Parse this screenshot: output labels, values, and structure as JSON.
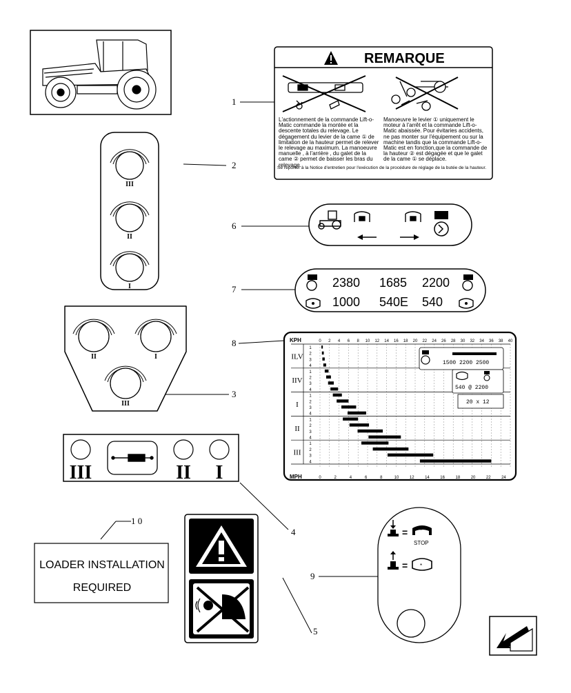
{
  "callouts": [
    "1",
    "2",
    "3",
    "4",
    "5",
    "6",
    "7",
    "8",
    "9",
    "1 0"
  ],
  "remarque": {
    "title": "REMARQUE",
    "text_left": "L'actionnement de la commande Lift-o-Matic commande la montée et la descente totales du relevage. Le dégagement du levier de la came ① de limitation de la hauteur permet de relever le relevage au maximum. La manoeuvre manuelle , à l'arrière , du galet de la came ② permet de baisser les bras du relevage.",
    "text_right": "Manoeuvre le levier ① uniquement le moteur à l'arrêt et la commande Lift-o-Matic abaissée. Pour évitaries accidents, ne pas monter sur l'équipement ou sur la machine tandis que la commande Lift-o-Matic est en fonction,que la commande de la hauteur ② est dégagée et que le galet de la came ① se déplace.",
    "text_bottom": "Se reporter à la Notice d'entretien pour l'exécution de la procédure de réglage de la butée de la hauteur."
  },
  "decal2": {
    "labels": [
      "III",
      "II",
      "I"
    ]
  },
  "decal3": {
    "labels": [
      "II",
      "I",
      "III"
    ]
  },
  "decal4": {
    "labels": [
      "III",
      "II",
      "I"
    ]
  },
  "decal7": {
    "row1": [
      "2380",
      "1685",
      "2200"
    ],
    "row2": [
      "1000",
      "540E",
      "540"
    ]
  },
  "chart8": {
    "kph_label": "KPH",
    "mph_label": "MPH",
    "kph_ticks": [
      "0",
      "2",
      "4",
      "6",
      "8",
      "10",
      "12",
      "14",
      "16",
      "18",
      "20",
      "22",
      "24",
      "26",
      "28",
      "30",
      "32",
      "34",
      "36",
      "38",
      "40"
    ],
    "mph_ticks": [
      "0",
      "2",
      "4",
      "6",
      "8",
      "10",
      "12",
      "14",
      "16",
      "18",
      "20",
      "22",
      "24"
    ],
    "gear_rows": [
      "1",
      "2",
      "3",
      "4",
      "1",
      "2",
      "3",
      "4",
      "1",
      "2",
      "3",
      "4",
      "1",
      "2",
      "3",
      "4",
      "1",
      "2",
      "3",
      "4"
    ],
    "group_labels": [
      "ILV",
      "IIV",
      "I",
      "II",
      "III"
    ],
    "rpm_values": "1500   2200 2500",
    "pto_text": "540 @ 2200",
    "tire_text": "20  x  12"
  },
  "chart_data": {
    "type": "bar",
    "title": "",
    "xlabel": "KPH",
    "xlim": [
      0,
      40
    ],
    "categories": [
      "1",
      "2",
      "3",
      "4",
      "1",
      "2",
      "3",
      "4",
      "1",
      "2",
      "3",
      "4",
      "1",
      "2",
      "3",
      "4",
      "1",
      "2",
      "3",
      "4"
    ],
    "series": [
      {
        "ranges_kph": [
          [
            0.3,
            0.6
          ],
          [
            0.4,
            0.8
          ],
          [
            0.5,
            1.0
          ],
          [
            0.7,
            1.3
          ],
          [
            1.0,
            1.8
          ],
          [
            1.3,
            2.3
          ],
          [
            1.7,
            2.9
          ],
          [
            2.2,
            3.8
          ],
          [
            2.7,
            4.6
          ],
          [
            3.5,
            6.0
          ],
          [
            4.5,
            7.6
          ],
          [
            5.8,
            9.7
          ],
          [
            4.8,
            8.0
          ],
          [
            6.2,
            10.3
          ],
          [
            7.9,
            13.2
          ],
          [
            10.2,
            17.0
          ],
          [
            8.7,
            14.4
          ],
          [
            11.1,
            18.6
          ],
          [
            14.2,
            23.8
          ],
          [
            21.0,
            36.0
          ]
        ]
      }
    ]
  },
  "decal9": {
    "stop_text": "STOP"
  },
  "decal10": {
    "line1": "LOADER INSTALLATION",
    "line2": "REQUIRED"
  }
}
